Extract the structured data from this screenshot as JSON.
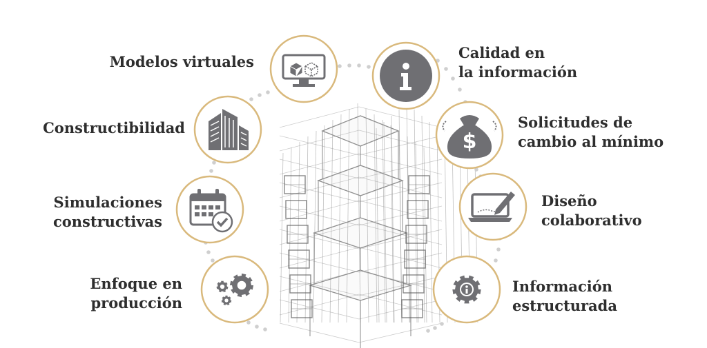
{
  "colors": {
    "ring": "#d9b97c",
    "icon": "#6f6f73",
    "dots": "#cfcfcf",
    "wire": "#8e8e8e",
    "text": "#2e2e2e"
  },
  "items": [
    {
      "id": "modelos-virtuales",
      "lines": [
        "Modelos virtuales"
      ],
      "icon": "monitor-cubes-icon"
    },
    {
      "id": "constructibilidad",
      "lines": [
        "Constructibilidad"
      ],
      "icon": "buildings-icon"
    },
    {
      "id": "simulaciones",
      "lines": [
        "Simulaciones",
        "constructivas"
      ],
      "icon": "calendar-check-icon"
    },
    {
      "id": "enfoque",
      "lines": [
        "Enfoque en",
        "producción"
      ],
      "icon": "gears-icon"
    },
    {
      "id": "calidad",
      "lines": [
        "Calidad en",
        "la información"
      ],
      "icon": "info-icon"
    },
    {
      "id": "solicitudes",
      "lines": [
        "Solicitudes de",
        "cambio al mínimo"
      ],
      "icon": "money-bag-icon"
    },
    {
      "id": "diseno",
      "lines": [
        "Diseño",
        "colaborativo"
      ],
      "icon": "laptop-pen-icon"
    },
    {
      "id": "informacion",
      "lines": [
        "Información",
        "estructurada"
      ],
      "icon": "info-gear-icon"
    }
  ]
}
